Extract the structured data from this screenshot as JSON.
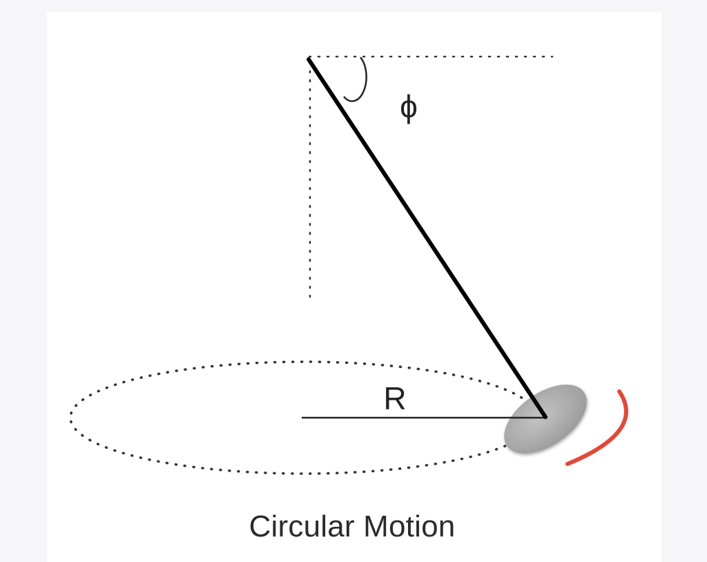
{
  "diagram": {
    "angle_label": "ϕ",
    "radius_label": "R",
    "caption": "Circular Motion",
    "colors": {
      "string": "#000000",
      "guide": "#333333",
      "bob": "#a8a8a8",
      "motion_arrow": "#e04a3a"
    }
  }
}
